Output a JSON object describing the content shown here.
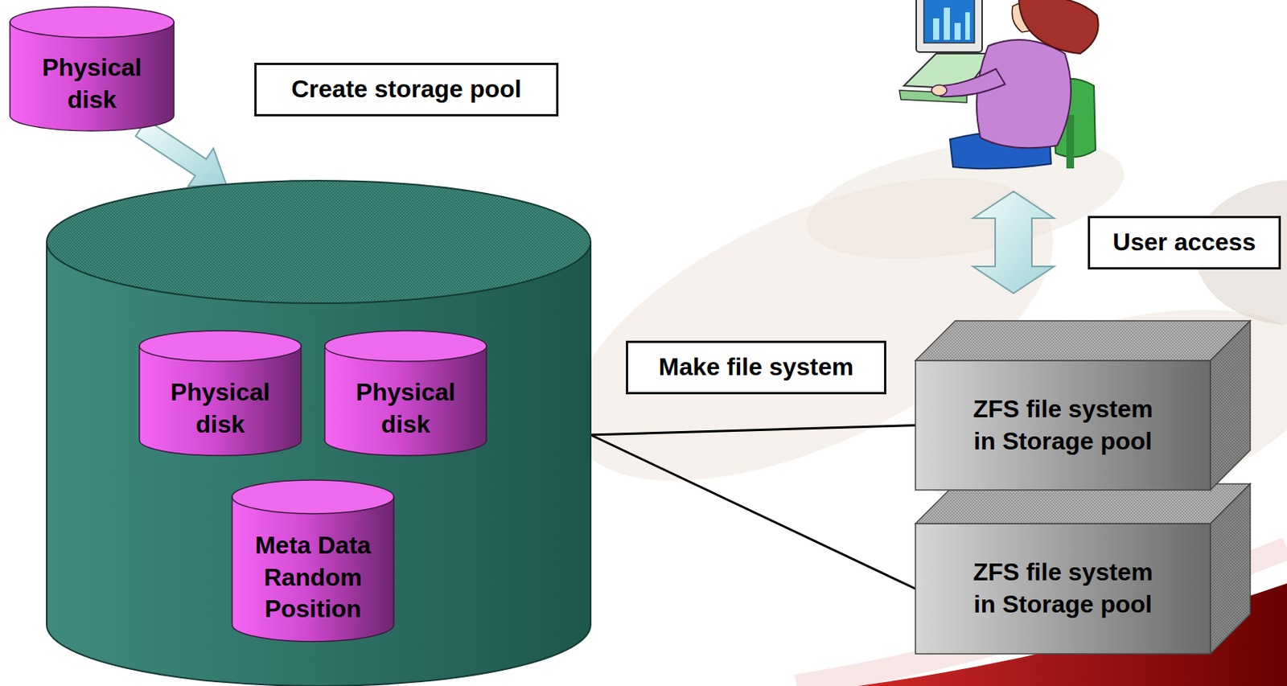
{
  "diagram": {
    "nodes": [
      {
        "text": [
          "Physical disk"
        ]
      },
      {
        "text": [
          "Create storage pool"
        ]
      },
      {
        "text": []
      },
      {
        "text": [
          "Physical disk"
        ],
        "in": 2
      },
      {
        "text": [
          "Physical disk"
        ],
        "in": 2
      },
      {
        "text": [
          "Meta Data Random Position"
        ],
        "in": 2
      },
      {
        "text": [
          "User access"
        ]
      },
      {
        "text": [
          "Make file system"
        ]
      },
      {
        "text": [
          "ZFS file system in Storage pool"
        ]
      },
      {
        "text": [
          "ZFS file system in Storage pool"
        ]
      }
    ],
    "edges": [
      {
        "from": 0,
        "to": 2,
        "arrow": "to"
      },
      {
        "from": 2,
        "to": 8,
        "arrow": "none"
      },
      {
        "from": 2,
        "to": 9,
        "arrow": "none"
      }
    ]
  }
}
